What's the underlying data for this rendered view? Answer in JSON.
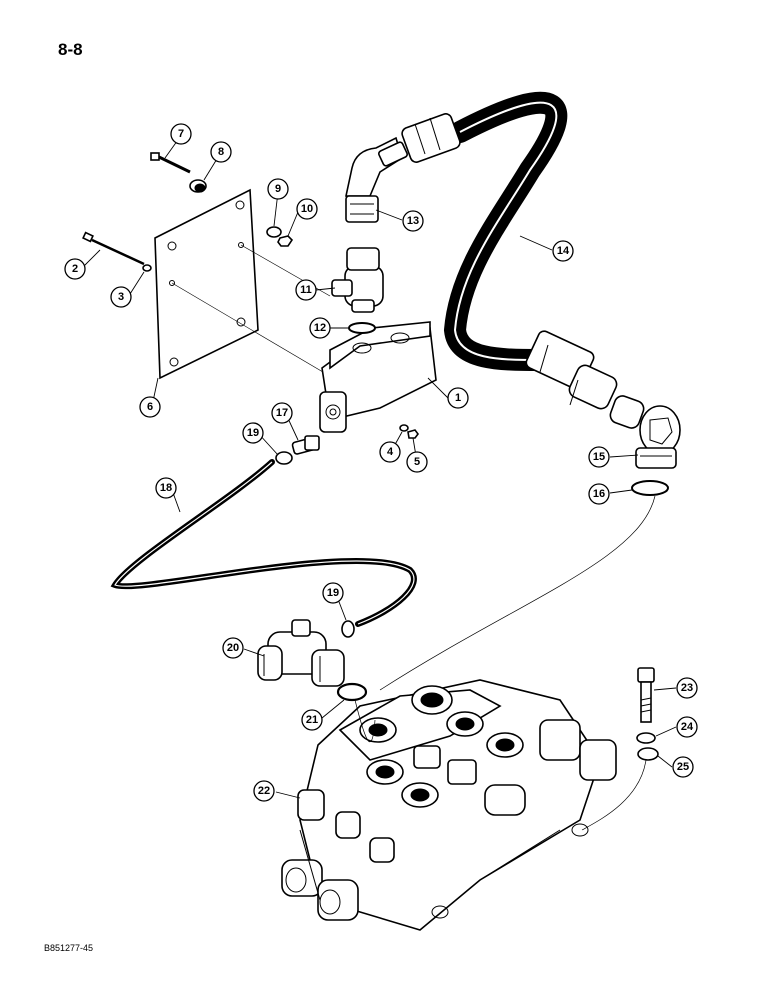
{
  "page": {
    "number": "8-8",
    "figure_code": "B851277-45"
  },
  "callouts": [
    {
      "id": "1",
      "label": "1"
    },
    {
      "id": "2",
      "label": "2"
    },
    {
      "id": "3",
      "label": "3"
    },
    {
      "id": "4",
      "label": "4"
    },
    {
      "id": "5",
      "label": "5"
    },
    {
      "id": "6",
      "label": "6"
    },
    {
      "id": "7",
      "label": "7"
    },
    {
      "id": "8",
      "label": "8"
    },
    {
      "id": "9",
      "label": "9"
    },
    {
      "id": "10",
      "label": "10"
    },
    {
      "id": "11",
      "label": "11"
    },
    {
      "id": "12",
      "label": "12"
    },
    {
      "id": "13",
      "label": "13"
    },
    {
      "id": "14",
      "label": "14"
    },
    {
      "id": "15",
      "label": "15"
    },
    {
      "id": "16",
      "label": "16"
    },
    {
      "id": "17",
      "label": "17"
    },
    {
      "id": "18",
      "label": "18"
    },
    {
      "id": "19a",
      "label": "19"
    },
    {
      "id": "19b",
      "label": "19"
    },
    {
      "id": "20",
      "label": "20"
    },
    {
      "id": "21",
      "label": "21"
    },
    {
      "id": "22",
      "label": "22"
    },
    {
      "id": "23",
      "label": "23"
    },
    {
      "id": "24",
      "label": "24"
    },
    {
      "id": "25",
      "label": "25"
    }
  ],
  "colors": {
    "line": "#000000",
    "background": "#ffffff"
  }
}
